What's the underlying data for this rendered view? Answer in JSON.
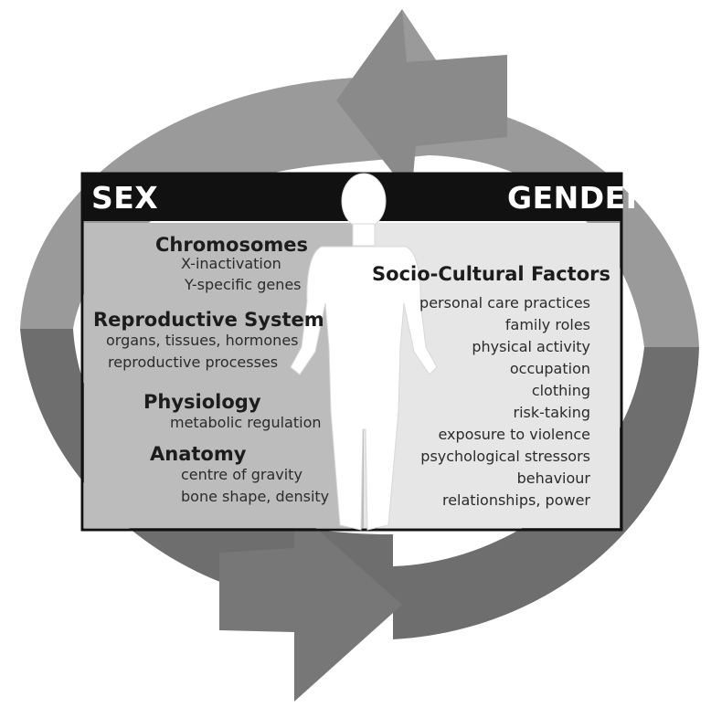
{
  "banner": {
    "sex": "SEX",
    "gender": "GENDER"
  },
  "sex": {
    "chromosomes": {
      "heading": "Chromosomes",
      "items": [
        "X-inactivation",
        "Y-specific genes"
      ]
    },
    "reproductive": {
      "heading": "Reproductive System",
      "items": [
        "organs, tissues, hormones",
        "reproductive processes"
      ]
    },
    "physiology": {
      "heading": "Physiology",
      "items": [
        "metabolic regulation"
      ]
    },
    "anatomy": {
      "heading": "Anatomy",
      "items": [
        "centre of gravity",
        "bone shape, density"
      ]
    }
  },
  "gender": {
    "heading": "Socio-Cultural Factors",
    "items": [
      "personal care practices",
      "family roles",
      "physical activity",
      "occupation",
      "clothing",
      "risk-taking",
      "exposure to violence",
      "psychological stressors",
      "behaviour",
      "relationships, power"
    ]
  },
  "colors": {
    "arrow_light": "#9a9a9a",
    "arrow_dark": "#6e6e6e",
    "panel_sex": "#bcbcbc",
    "panel_gender": "#e6e6e6",
    "banner": "#111111",
    "figure": "#ffffff"
  }
}
